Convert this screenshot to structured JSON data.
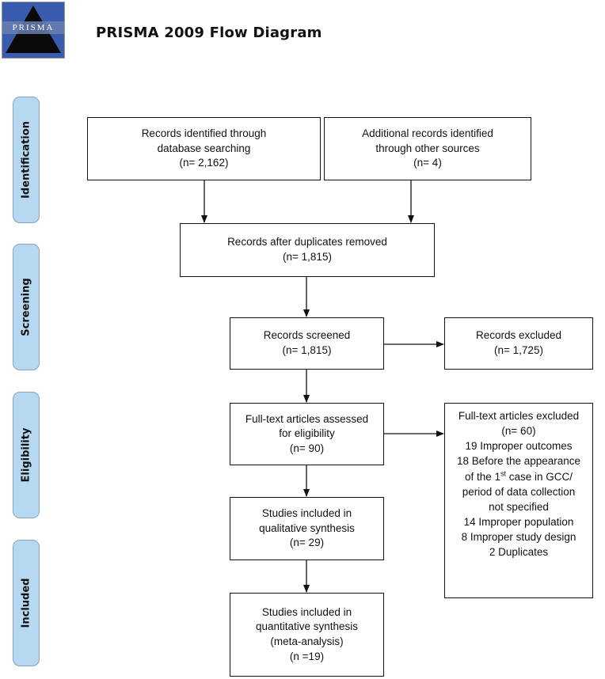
{
  "logo_text": "PRISMA",
  "title": "PRISMA 2009 Flow Diagram",
  "stages": {
    "identification": "Identification",
    "screening": "Screening",
    "eligibility": "Eligibility",
    "included": "Included"
  },
  "boxes": {
    "database": {
      "l1": "Records identified through",
      "l2": "database searching",
      "l3": "(n= 2,162)"
    },
    "other": {
      "l1": "Additional records identified",
      "l2": "through other sources",
      "l3": "(n= 4)"
    },
    "duplicates": {
      "l1": "Records after duplicates removed",
      "l2": "(n= 1,815)"
    },
    "screened": {
      "l1": "Records screened",
      "l2": "(n= 1,815)"
    },
    "excluded": {
      "l1": "Records excluded",
      "l2": "(n= 1,725)"
    },
    "fulltext": {
      "l1": "Full-text articles assessed",
      "l2": "for eligibility",
      "l3": "(n= 90)"
    },
    "ft_excluded": {
      "l1": "Full-text articles excluded",
      "l2": "(n= 60)",
      "l3": "19 Improper outcomes",
      "l4": "18 Before the appearance",
      "l5a": "of the 1",
      "l5sup": "st",
      "l5b": " case in GCC/",
      "l6": "period of data collection",
      "l7": "not specified",
      "l8": "14 Improper population",
      "l9": "8 Improper study design",
      "l10": "2 Duplicates"
    },
    "qualitative": {
      "l1": "Studies included in",
      "l2": "qualitative synthesis",
      "l3": "(n= 29)"
    },
    "quantitative": {
      "l1": "Studies included in",
      "l2": "quantitative synthesis",
      "l3": "(meta-analysis)",
      "l4": "(n =19)"
    }
  }
}
